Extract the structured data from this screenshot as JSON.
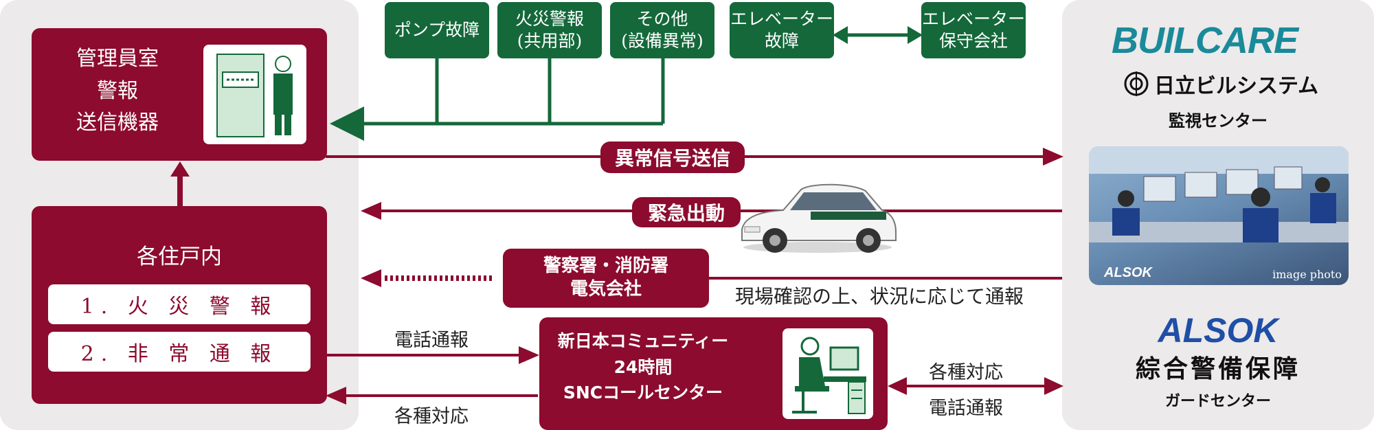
{
  "building_side": {
    "admin_room": {
      "title": "管理員室\n警報\n送信機器"
    },
    "units": {
      "title": "各住戸内",
      "items": [
        "1. 火 災 警 報",
        "2. 非 常 通 報"
      ]
    }
  },
  "alarm_sources": [
    {
      "label": "ポンプ故障"
    },
    {
      "label": "火災警報\n(共用部)"
    },
    {
      "label": "その他\n(設備異常)"
    }
  ],
  "elevator": {
    "fault": "エレベーター\n故障",
    "maintenance": "エレベーター\n保守会社"
  },
  "flows": {
    "signal": "異常信号送信",
    "dispatch": "緊急出動",
    "authorities": "警察署・消防署\n電気会社",
    "confirm_note": "現場確認の上、状況に応じて通報",
    "phone_report_left": "電話通報",
    "responses_left": "各種対応",
    "responses_right": "各種対応",
    "phone_report_right": "電話通報"
  },
  "call_center": {
    "title": "新日本コミュニティー\n24時間\nSNCコールセンター"
  },
  "right_side": {
    "builcare_logo": "BUILCARE",
    "hitachi_logo": "日立ビルシステム",
    "monitor_center": "監視センター",
    "photo_caption": "image photo",
    "photo_alsok_mark": "ALSOK",
    "alsok_logo": "ALSOK",
    "alsok_name": "綜合警備保障",
    "guard_center": "ガードセンター"
  },
  "colors": {
    "maroon": "#8c0b2e",
    "green": "#14683a",
    "panel_gray": "#eceaea",
    "builcare_teal": "#1a8a9a",
    "alsok_blue": "#1f4fa6"
  }
}
